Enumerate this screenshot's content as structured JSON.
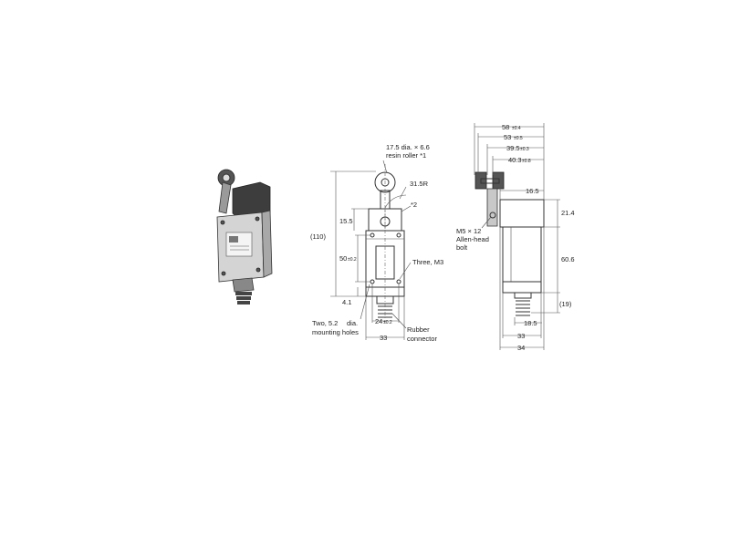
{
  "front_labels": {
    "roller_line1": "17.5 dia. × 6.6",
    "roller_line2": "resin roller *1",
    "radius": "31.5R",
    "star2": "*2",
    "d15_5": "15.5",
    "d110": "(110)",
    "d50": "50",
    "d50_tol": "±0.2",
    "three_m3": "Three, M3",
    "d4_1": "4.1",
    "holes_line1": "Two, 5.2",
    "holes_line2": "mounting holes",
    "holes_dia": "dia.",
    "rubber_line1": "Rubber",
    "rubber_line2": "connector",
    "d24": "24",
    "d24_tol": "±0.2",
    "d33": "33"
  },
  "side_labels": {
    "d58": "58",
    "d58_tol": "±0.4",
    "d53": "53",
    "d53_tol": "±0.5",
    "d39_5": "39.5",
    "d39_5_tol": "±0.3",
    "d40_3": "40.3",
    "d40_3_tol": "±0.8",
    "d16_5": "16.5",
    "d21_4": "21.4",
    "bolt_line1": "M5 × 12",
    "bolt_line2": "Allen-head",
    "bolt_line3": "bolt",
    "d60_6": "60.6",
    "d19": "(19)",
    "d18_5": "18.5",
    "d33": "33",
    "d34": "34"
  }
}
